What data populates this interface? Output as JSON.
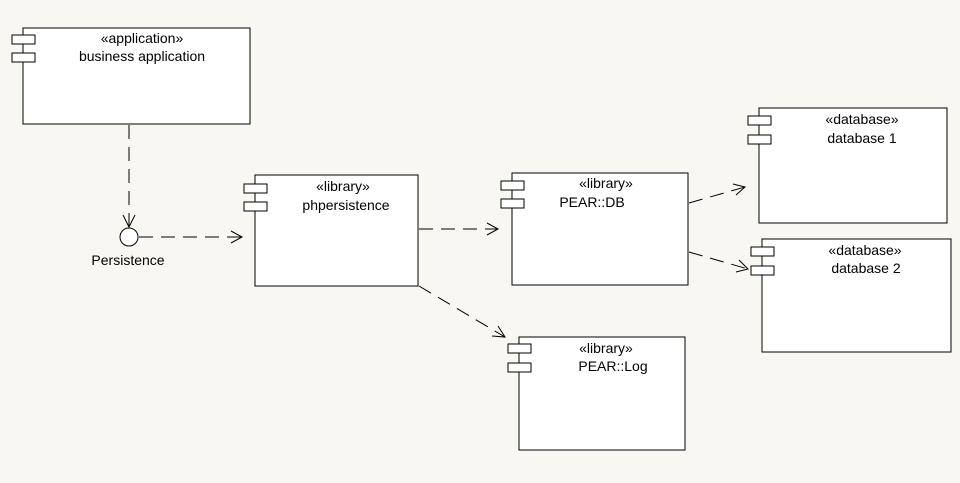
{
  "components": {
    "business_app": {
      "stereotype": "«application»",
      "name": "business application"
    },
    "phpersistence": {
      "stereotype": "«library»",
      "name": "phpersistence"
    },
    "pear_db": {
      "stereotype": "«library»",
      "name": "PEAR::DB"
    },
    "pear_log": {
      "stereotype": "«library»",
      "name": "PEAR::Log"
    },
    "database1": {
      "stereotype": "«database»",
      "name": "database 1"
    },
    "database2": {
      "stereotype": "«database»",
      "name": "database 2"
    }
  },
  "interface": {
    "label": "Persistence"
  },
  "colors": {
    "background": "#f9f7f1",
    "box_fill": "#ffffff",
    "line": "#000000"
  }
}
